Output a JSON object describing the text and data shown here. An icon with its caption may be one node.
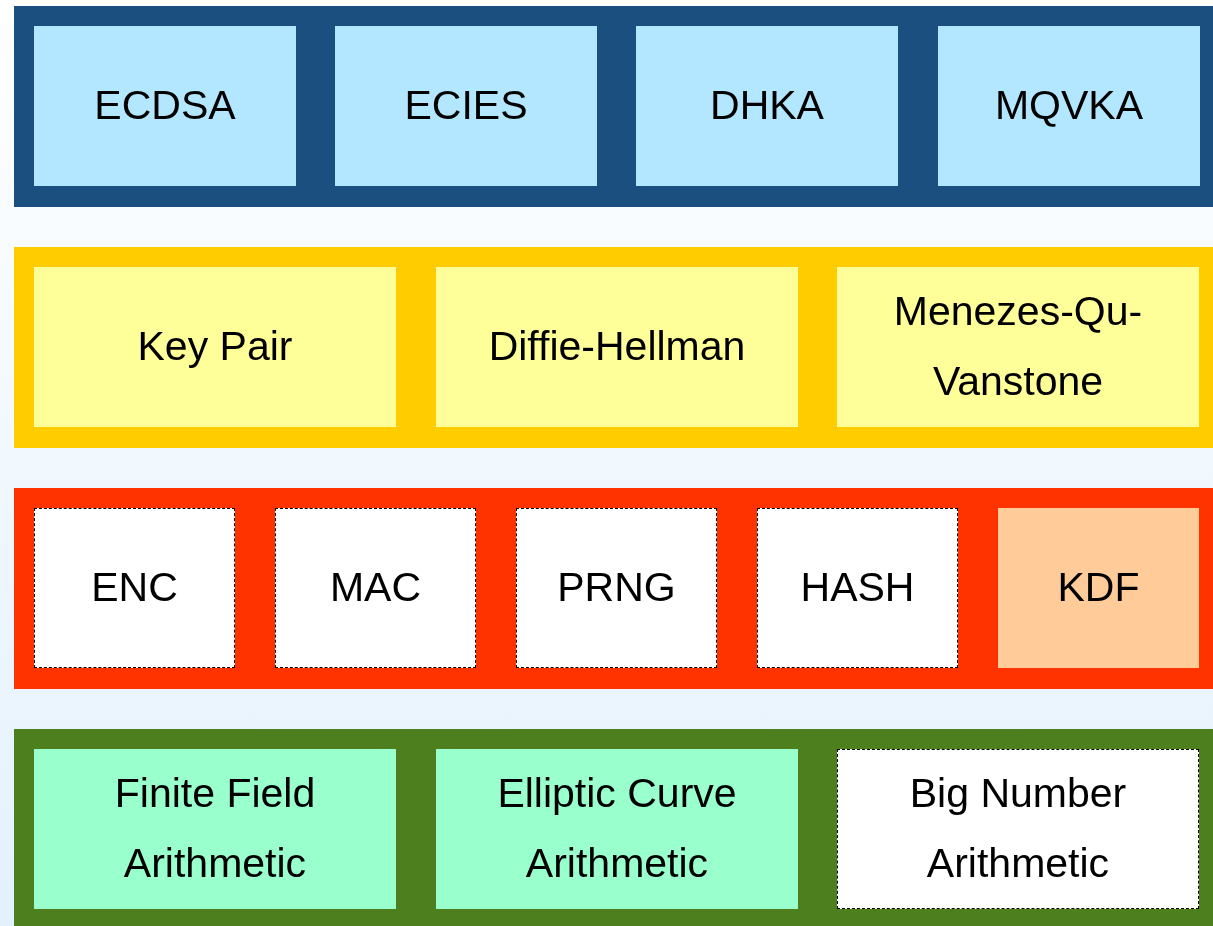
{
  "diagram": {
    "nodes": [
      {
        "text": [],
        "shape": "band"
      },
      {
        "text": [
          "ECDSA"
        ],
        "in": 0
      },
      {
        "text": [
          "ECIES"
        ],
        "in": 0
      },
      {
        "text": [
          "DHKA"
        ],
        "in": 0
      },
      {
        "text": [
          "MQVKA"
        ],
        "in": 0
      },
      {
        "text": [],
        "shape": "band"
      },
      {
        "text": [
          "Key Pair"
        ],
        "in": 5
      },
      {
        "text": [
          "Diffie-Hellman"
        ],
        "in": 5
      },
      {
        "text": [
          "Menezes-Qu-Vanstone"
        ],
        "in": 5
      },
      {
        "text": [],
        "shape": "band"
      },
      {
        "text": [
          "ENC"
        ],
        "in": 9
      },
      {
        "text": [
          "MAC"
        ],
        "in": 9
      },
      {
        "text": [
          "PRNG"
        ],
        "in": 9
      },
      {
        "text": [
          "HASH"
        ],
        "in": 9
      },
      {
        "text": [
          "KDF"
        ],
        "in": 9
      },
      {
        "text": [],
        "shape": "band"
      },
      {
        "text": [
          "Finite Field Arithmetic"
        ],
        "in": 15
      },
      {
        "text": [
          "Elliptic Curve Arithmetic"
        ],
        "in": 15
      },
      {
        "text": [
          "Big Number Arithmetic"
        ],
        "in": 15
      }
    ]
  }
}
